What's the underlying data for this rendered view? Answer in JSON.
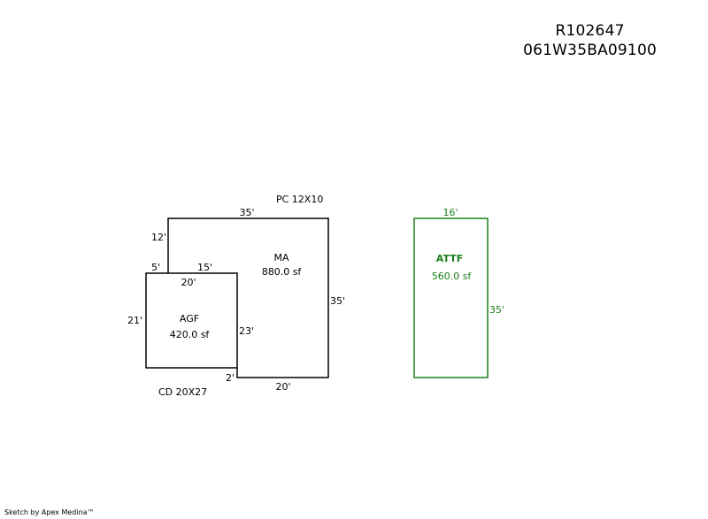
{
  "header": {
    "account": "R102647",
    "map_tax_lot": "061W35BA09100"
  },
  "footer": {
    "credit": "Sketch by Apex Medina™"
  },
  "colors": {
    "structure_stroke": "#000000",
    "attached_stroke": "#1a7f1a",
    "text": "#000000"
  },
  "areas": {
    "ma": {
      "code": "MA",
      "area": "880.0 sf",
      "color": "#000000"
    },
    "agf": {
      "code": "AGF",
      "area": "420.0 sf",
      "color": "#000000"
    },
    "attf": {
      "code": "ATTF",
      "area": "560.0 sf",
      "color": "#1a7f1a"
    }
  },
  "annotations": {
    "pc": "PC 12X10",
    "cd": "CD 20X27"
  },
  "dimensions": {
    "ma_top": "35'",
    "ma_right": "35'",
    "ma_left_upper": "12'",
    "ma_left_lower": "5'",
    "ma_step": "15'",
    "ma_lower_right": "23'",
    "ma_bottom": "20'",
    "ma_bottom_step": "2'",
    "agf_top": "20'",
    "agf_left": "21'",
    "attf_top": "16'",
    "attf_right": "35'"
  }
}
